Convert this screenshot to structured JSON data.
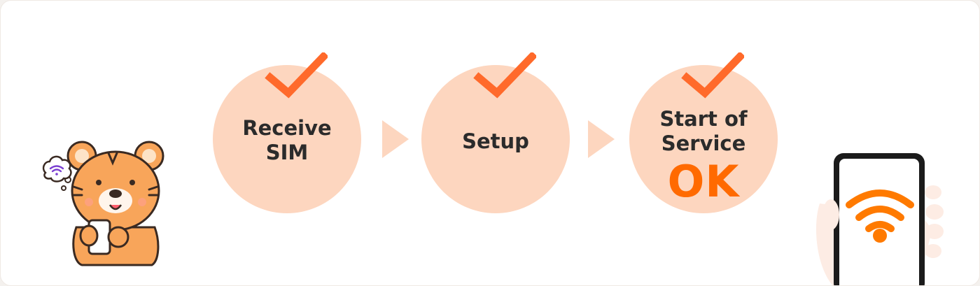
{
  "steps": [
    {
      "label": "Receive\nSIM",
      "badge": ""
    },
    {
      "label": "Setup",
      "badge": ""
    },
    {
      "label": "Start of\nService",
      "badge": "OK"
    }
  ],
  "colors": {
    "circle": "#fdd6bf",
    "check": "#ff6a2b",
    "arrow": "#fdd6bf",
    "ok": "#ff6a00",
    "wifi": "#ff7a00"
  },
  "icons": {
    "check": "check-icon",
    "arrow": "arrow-right-icon",
    "mascot": "tiger-mascot-icon",
    "phone": "smartphone-icon",
    "wifi": "wifi-icon"
  }
}
